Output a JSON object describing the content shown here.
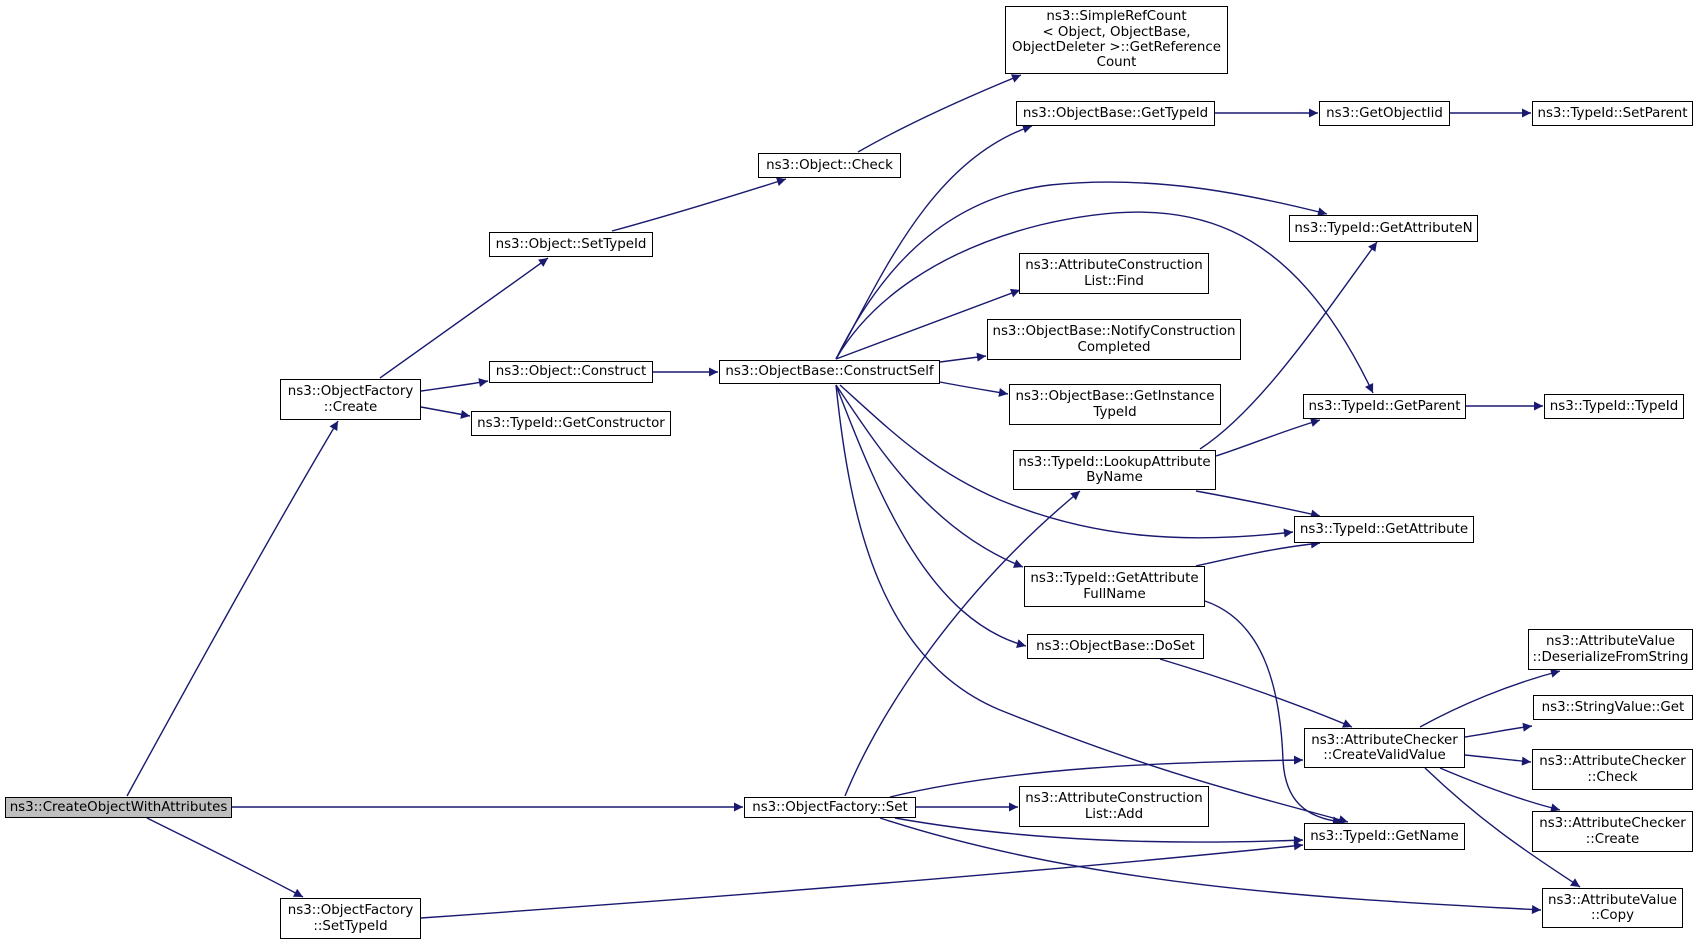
{
  "colors": {
    "edge": "#191970",
    "root_fill": "#bfbfbf",
    "node_fill": "#ffffff",
    "border": "#000000"
  },
  "nodes": {
    "create_object_with_attributes": [
      "ns3::CreateObjectWithAttributes"
    ],
    "object_factory_create": [
      "ns3::ObjectFactory",
      "::Create"
    ],
    "object_factory_set": [
      "ns3::ObjectFactory::Set"
    ],
    "object_factory_set_type_id": [
      "ns3::ObjectFactory",
      "::SetTypeId"
    ],
    "object_set_type_id": [
      "ns3::Object::SetTypeId"
    ],
    "object_construct": [
      "ns3::Object::Construct"
    ],
    "type_id_get_constructor": [
      "ns3::TypeId::GetConstructor"
    ],
    "object_check": [
      "ns3::Object::Check"
    ],
    "simple_ref_count_get_reference_count": [
      "ns3::SimpleRefCount",
      "< Object, ObjectBase,",
      " ObjectDeleter >::GetReference",
      "Count"
    ],
    "object_base_construct_self": [
      "ns3::ObjectBase::ConstructSelf"
    ],
    "object_base_get_type_id": [
      "ns3::ObjectBase::GetTypeId"
    ],
    "get_object_iid": [
      "ns3::GetObjectIid"
    ],
    "type_id_set_parent": [
      "ns3::TypeId::SetParent"
    ],
    "type_id_get_attribute_n": [
      "ns3::TypeId::GetAttributeN"
    ],
    "attribute_construction_list_find": [
      "ns3::AttributeConstruction",
      "List::Find"
    ],
    "object_base_notify_construction_completed": [
      "ns3::ObjectBase::NotifyConstruction",
      "Completed"
    ],
    "object_base_get_instance_type_id": [
      "ns3::ObjectBase::GetInstance",
      "TypeId"
    ],
    "type_id_get_parent": [
      "ns3::TypeId::GetParent"
    ],
    "type_id_type_id": [
      "ns3::TypeId::TypeId"
    ],
    "type_id_lookup_attribute_by_name": [
      "ns3::TypeId::LookupAttribute",
      "ByName"
    ],
    "type_id_get_attribute": [
      "ns3::TypeId::GetAttribute"
    ],
    "type_id_get_attribute_full_name": [
      "ns3::TypeId::GetAttribute",
      "FullName"
    ],
    "object_base_do_set": [
      "ns3::ObjectBase::DoSet"
    ],
    "attribute_value_deserialize_from_string": [
      "ns3::AttributeValue",
      "::DeserializeFromString"
    ],
    "string_value_get": [
      "ns3::StringValue::Get"
    ],
    "attribute_checker_create_valid_value": [
      "ns3::AttributeChecker",
      "::CreateValidValue"
    ],
    "attribute_checker_check": [
      "ns3::AttributeChecker",
      "::Check"
    ],
    "attribute_checker_create": [
      "ns3::AttributeChecker",
      "::Create"
    ],
    "attribute_construction_list_add": [
      "ns3::AttributeConstruction",
      "List::Add"
    ],
    "type_id_get_name": [
      "ns3::TypeId::GetName"
    ],
    "attribute_value_copy": [
      "ns3::AttributeValue",
      "::Copy"
    ]
  },
  "edges": [
    [
      "create_object_with_attributes",
      "object_factory_create"
    ],
    [
      "create_object_with_attributes",
      "object_factory_set"
    ],
    [
      "create_object_with_attributes",
      "object_factory_set_type_id"
    ],
    [
      "object_factory_create",
      "object_set_type_id"
    ],
    [
      "object_factory_create",
      "object_construct"
    ],
    [
      "object_factory_create",
      "type_id_get_constructor"
    ],
    [
      "object_set_type_id",
      "object_check"
    ],
    [
      "object_check",
      "simple_ref_count_get_reference_count"
    ],
    [
      "object_construct",
      "object_base_construct_self"
    ],
    [
      "object_base_construct_self",
      "object_base_get_type_id"
    ],
    [
      "object_base_construct_self",
      "type_id_get_attribute_n"
    ],
    [
      "object_base_construct_self",
      "type_id_get_parent"
    ],
    [
      "object_base_construct_self",
      "attribute_construction_list_find"
    ],
    [
      "object_base_construct_self",
      "object_base_notify_construction_completed"
    ],
    [
      "object_base_construct_self",
      "object_base_get_instance_type_id"
    ],
    [
      "object_base_construct_self",
      "type_id_get_attribute"
    ],
    [
      "object_base_construct_self",
      "type_id_get_attribute_full_name"
    ],
    [
      "object_base_construct_self",
      "object_base_do_set"
    ],
    [
      "object_base_construct_self",
      "type_id_get_name"
    ],
    [
      "object_base_get_type_id",
      "get_object_iid"
    ],
    [
      "get_object_iid",
      "type_id_set_parent"
    ],
    [
      "type_id_get_parent",
      "type_id_type_id"
    ],
    [
      "type_id_lookup_attribute_by_name",
      "type_id_get_attribute_n"
    ],
    [
      "type_id_lookup_attribute_by_name",
      "type_id_get_parent"
    ],
    [
      "type_id_lookup_attribute_by_name",
      "type_id_get_attribute"
    ],
    [
      "type_id_get_attribute_full_name",
      "type_id_get_attribute"
    ],
    [
      "type_id_get_attribute_full_name",
      "type_id_get_name"
    ],
    [
      "object_base_do_set",
      "attribute_checker_create_valid_value"
    ],
    [
      "attribute_checker_create_valid_value",
      "attribute_value_deserialize_from_string"
    ],
    [
      "attribute_checker_create_valid_value",
      "string_value_get"
    ],
    [
      "attribute_checker_create_valid_value",
      "attribute_checker_check"
    ],
    [
      "attribute_checker_create_valid_value",
      "attribute_checker_create"
    ],
    [
      "attribute_checker_create_valid_value",
      "attribute_value_copy"
    ],
    [
      "object_factory_set",
      "type_id_lookup_attribute_by_name"
    ],
    [
      "object_factory_set",
      "attribute_checker_create_valid_value"
    ],
    [
      "object_factory_set",
      "attribute_construction_list_add"
    ],
    [
      "object_factory_set",
      "type_id_get_name"
    ],
    [
      "object_factory_set",
      "attribute_value_copy"
    ],
    [
      "object_factory_set_type_id",
      "type_id_get_name"
    ]
  ]
}
